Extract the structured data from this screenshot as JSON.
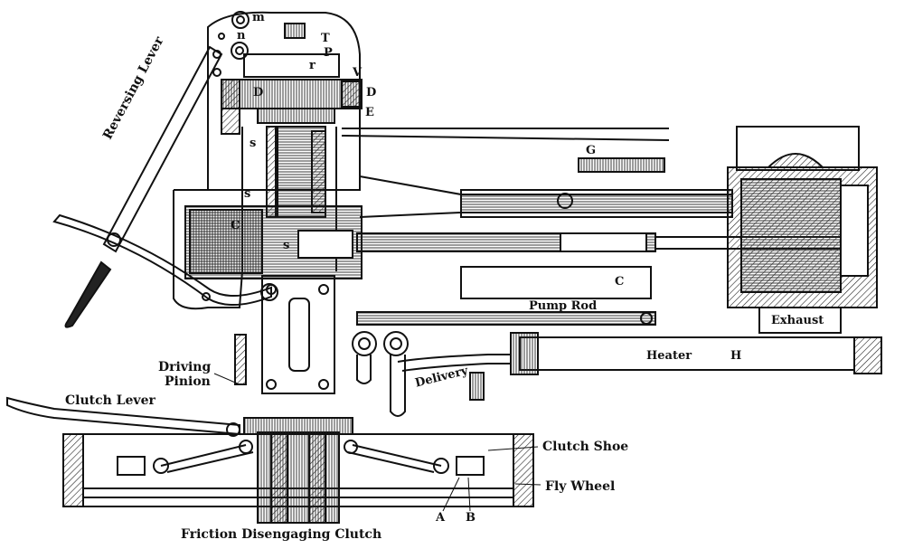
{
  "labels": {
    "reversing_lever": "Reversing Lever",
    "clutch_lever": "Clutch Lever",
    "driving_pinion_1": "Driving",
    "driving_pinion_2": "Pinion",
    "pump_rod": "Pump Rod",
    "delivery": "Delivery",
    "heater": "Heater",
    "heater_h": "H",
    "exhaust": "Exhaust",
    "clutch_shoe": "Clutch Shoe",
    "fly_wheel": "Fly Wheel",
    "caption": "Friction Disengaging Clutch",
    "letter_m": "m",
    "letter_n": "n",
    "letter_T": "T",
    "letter_P": "P",
    "letter_r": "r",
    "letter_V": "V",
    "letter_D_left": "D",
    "letter_D_right": "D",
    "letter_E": "E",
    "letter_s1": "s",
    "letter_s2": "s",
    "letter_s3": "s",
    "letter_C_left": "C",
    "letter_C_right": "C",
    "letter_G": "G",
    "letter_A": "A",
    "letter_B": "B"
  },
  "colors": {
    "ink": "#111111",
    "paper": "#ffffff",
    "hatch": "#333333"
  }
}
